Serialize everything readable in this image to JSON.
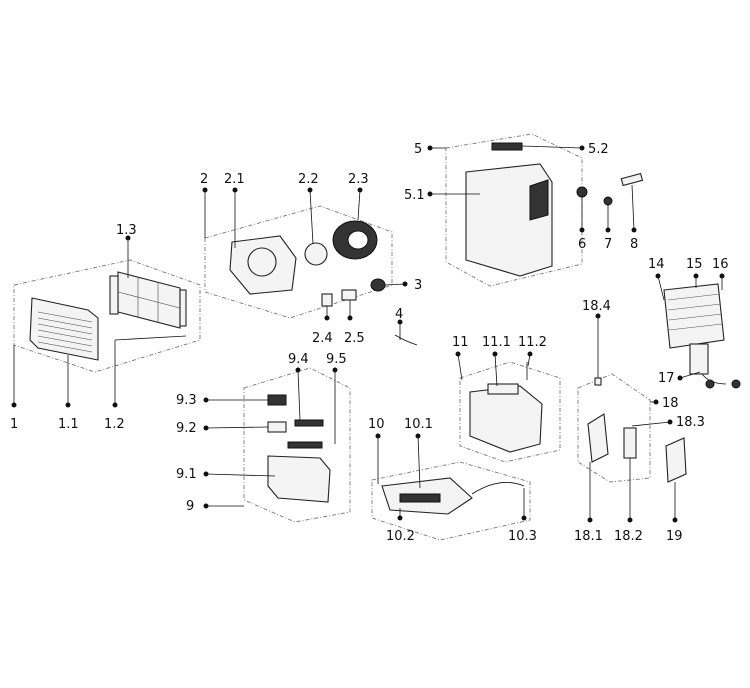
{
  "callouts": {
    "c1": "1",
    "c1_1": "1.1",
    "c1_2": "1.2",
    "c1_3": "1.3",
    "c2": "2",
    "c2_1": "2.1",
    "c2_2": "2.2",
    "c2_3": "2.3",
    "c2_4": "2.4",
    "c2_5": "2.5",
    "c3": "3",
    "c4": "4",
    "c5": "5",
    "c5_1": "5.1",
    "c5_2": "5.2",
    "c6": "6",
    "c7": "7",
    "c8": "8",
    "c9": "9",
    "c9_1": "9.1",
    "c9_2": "9.2",
    "c9_3": "9.3",
    "c9_4": "9.4",
    "c9_5": "9.5",
    "c10": "10",
    "c10_1": "10.1",
    "c10_2": "10.2",
    "c10_3": "10.3",
    "c11": "11",
    "c11_1": "11.1",
    "c11_2": "11.2",
    "c14": "14",
    "c15": "15",
    "c16": "16",
    "c17": "17",
    "c18": "18",
    "c18_1": "18.1",
    "c18_2": "18.2",
    "c18_3": "18.3",
    "c18_4": "18.4",
    "c19": "19"
  }
}
